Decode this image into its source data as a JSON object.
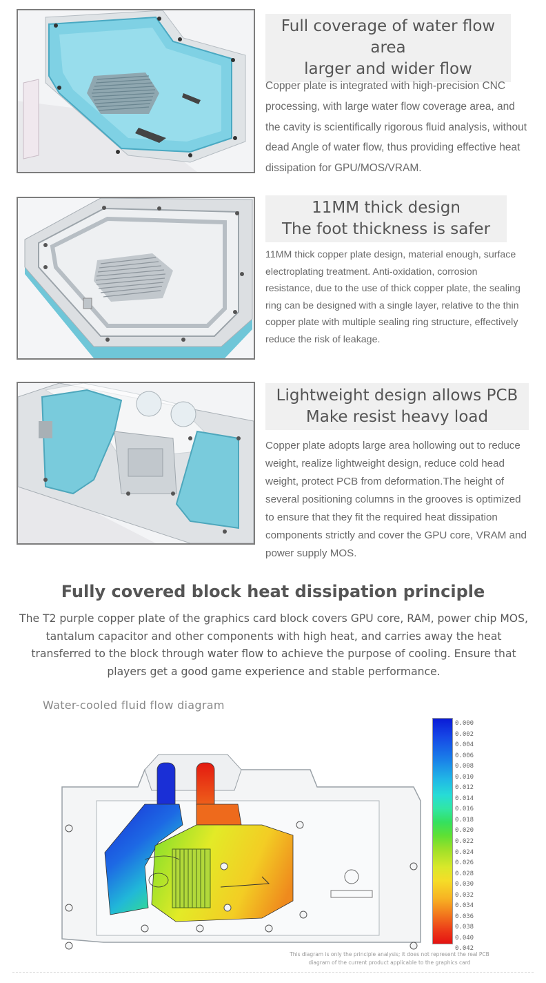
{
  "sections": [
    {
      "heading": [
        "Full coverage of water flow area",
        "larger and wider flow"
      ],
      "body": "Copper plate is integrated with high-precision CNC processing, with large water flow coverage area, and the cavity is scientifically rigorous fluid analysis, without dead Angle of water flow, thus providing effective heat dissipation for GPU/MOS/VRAM."
    },
    {
      "heading": [
        "11MM thick design",
        "The foot thickness is safer"
      ],
      "body": "11MM thick copper plate design, material enough, surface electroplating treatment. Anti-oxidation, corrosion resistance, due to the use of thick copper plate, the sealing ring can be designed with a single layer, relative to the thin copper plate with multiple sealing ring structure, effectively reduce the risk of leakage."
    },
    {
      "heading": [
        "Lightweight design allows PCB",
        "Make resist heavy load"
      ],
      "body": "Copper plate adopts large area hollowing out to reduce weight, realize lightweight design, reduce cold head weight, protect PCB from deformation.The height of several positioning columns in the grooves is optimized to ensure that they fit the required heat dissipation components strictly and cover the GPU core, VRAM and power supply MOS."
    }
  ],
  "principle": {
    "title": "Fully covered block heat dissipation principle",
    "body": "The T2 purple copper plate of the graphics card block covers GPU core, RAM, power chip MOS, tantalum capacitor and other components with high heat, and carries away the heat transferred to the block through water flow to achieve the purpose of cooling. Ensure that players get a good game experience and stable performance."
  },
  "diagram": {
    "title": "Water-cooled fluid flow diagram",
    "legend": [
      "0.000",
      "0.002",
      "0.004",
      "0.006",
      "0.008",
      "0.010",
      "0.012",
      "0.014",
      "0.016",
      "0.018",
      "0.020",
      "0.022",
      "0.024",
      "0.026",
      "0.028",
      "0.030",
      "0.032",
      "0.034",
      "0.036",
      "0.038",
      "0.040",
      "0.042"
    ],
    "note": [
      "This diagram is only the principle analysis; it does not represent the real PCB",
      "diagram of the current product applicable to the graphics card"
    ]
  },
  "colors": {
    "water": "#7ed3e6",
    "frame": "#7d7d7d",
    "heading_bg": "#f0f0f0"
  }
}
